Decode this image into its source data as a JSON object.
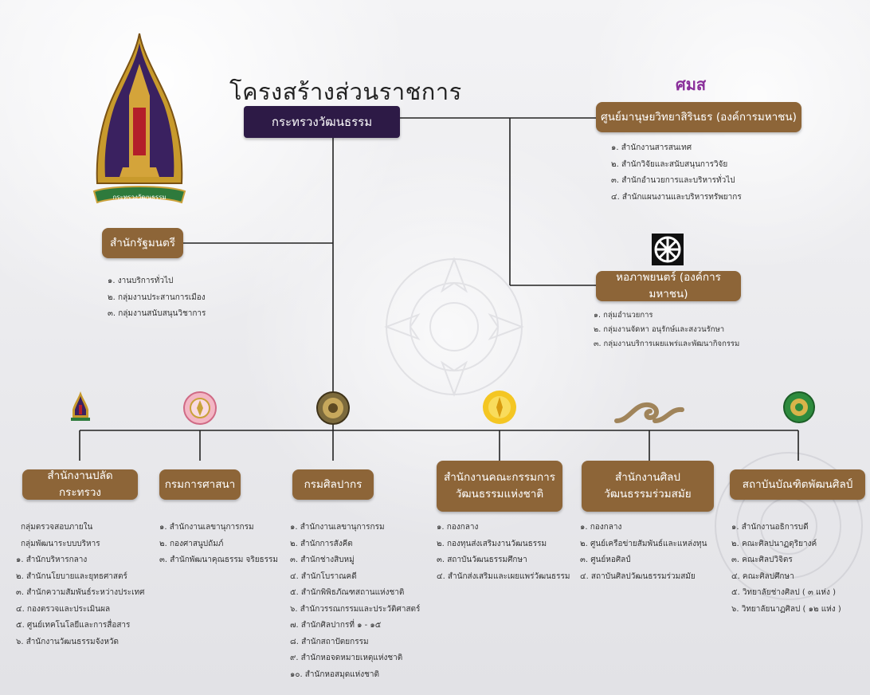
{
  "title": "โครงสร้างส่วนราชการ",
  "ministry": "กระทรวงวัฒนธรรม",
  "logo_text": "กระทรวงวัฒนธรรม",
  "sirindhorn": {
    "logo_text": "ศมส",
    "label": "ศูนย์มานุษยวิทยาสิรินธร (องค์การมหาชน)",
    "items": [
      "๑. สำนักงานสารสนเทศ",
      "๒. สำนักวิจัยและสนับสนุนการวิจัย",
      "๓. สำนักอำนวยการและบริหารทั่วไป",
      "๔. สำนักแผนงานและบริหารทรัพยากร"
    ]
  },
  "film_archive": {
    "label": "หอภาพยนตร์ (องค์การมหาชน)",
    "items": [
      "๑. กลุ่มอำนวยการ",
      "๒. กลุ่มงานจัดหา อนุรักษ์และสงวนรักษา",
      "๓. กลุ่มงานบริการเผยแพร่และพัฒนากิจกรรม"
    ]
  },
  "minister_office": {
    "label": "สำนักรัฐมนตรี",
    "items": [
      "๑. งานบริการทั่วไป",
      "๒. กลุ่มงานประสานการเมือง",
      "๓. กลุ่มงานสนับสนุนวิชาการ"
    ]
  },
  "departments": [
    {
      "label": "สำนักงานปลัดกระทรวง",
      "items": [
        "กลุ่มตรวจสอบภายใน",
        "กลุ่มพัฒนาระบบบริหาร",
        "๑. สำนักบริหารกลาง",
        "๒. สำนักนโยบายและยุทธศาสตร์",
        "๓. สำนักความสัมพันธ์ระหว่างประเทศ",
        "๔. กองตรวจและประเมินผล",
        "๕. ศูนย์เทคโนโลยีและการสื่อสาร",
        "๖. สำนักงานวัฒนธรรมจังหวัด"
      ]
    },
    {
      "label": "กรมการศาสนา",
      "items": [
        "๑. สำนักงานเลขานุการกรม",
        "๒. กองศาสนูปถัมภ์",
        "๓. สำนักพัฒนาคุณธรรม จริยธรรม"
      ]
    },
    {
      "label": "กรมศิลปากร",
      "items": [
        "๑. สำนักงานเลขานุการกรม",
        "๒. สำนักการสังคีต",
        "๓. สำนักช่างสิบหมู่",
        "๔. สำนักโบราณคดี",
        "๕. สำนักพิพิธภัณฑสถานแห่งชาติ",
        "๖. สำนักวรรณกรรมและประวัติศาสตร์",
        "๗. สำนักศิลปากรที่ ๑ - ๑๕",
        "๘. สำนักสถาปัตยกรรม",
        "๙. สำนักหอจดหมายเหตุแห่งชาติ",
        "๑๐. สำนักหอสมุดแห่งชาติ"
      ]
    },
    {
      "label": "สำนักงานคณะกรรมการวัฒนธรรมแห่งชาติ",
      "items": [
        "๑. กองกลาง",
        "๒. กองทุนส่งเสริมงานวัฒนธรรม",
        "๓. สถาบันวัฒนธรรมศึกษา",
        "๔. สำนักส่งเสริมและเผยแพร่วัฒนธรรม"
      ]
    },
    {
      "label": "สำนักงานศิลปวัฒนธรรมร่วมสมัย",
      "items": [
        "๑. กองกลาง",
        "๒. ศูนย์เครือข่ายสัมพันธ์และแหล่งทุน",
        "๓. ศูนย์หอศิลป์",
        "๔. สถาบันศิลปวัฒนธรรมร่วมสมัย"
      ]
    },
    {
      "label": "สถาบันบัณฑิตพัฒนศิลป์",
      "items": [
        "๑. สำนักงานอธิการบดี",
        "๒. คณะศิลปนาฏดุริยางค์",
        "๓. คณะศิลปวิจิตร",
        "๔. คณะศิลปศึกษา",
        "๕. วิทยาลัยช่างศิลป ( ๓ แห่ง )",
        "๖. วิทยาลัยนาฏศิลป ( ๑๒ แห่ง )"
      ]
    }
  ],
  "colors": {
    "ministry_bg": "#2d1a46",
    "unit_bg": "#8d6538",
    "line": "#222222"
  },
  "icons": [
    "ministry-emblem-icon",
    "religion-dept-emblem-icon",
    "fine-arts-emblem-icon",
    "culture-council-emblem-icon",
    "contemporary-art-wave-icon",
    "bunditpatanasilpa-emblem-icon",
    "film-reel-icon",
    "sirindhorn-center-logo-icon"
  ]
}
